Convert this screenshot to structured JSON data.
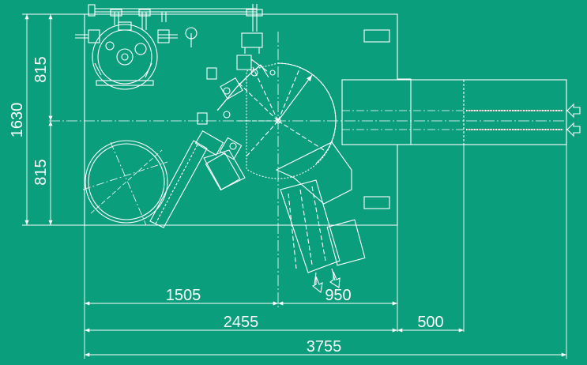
{
  "drawing": {
    "background_color": "#0a9e7c",
    "line_color": "#ffffff",
    "dimensions": {
      "total_height": "1630",
      "upper_half_height": "815",
      "lower_half_height": "815",
      "left_width": "1505",
      "right_width": "950",
      "body_width": "2455",
      "extension_width": "500",
      "total_width": "3755"
    }
  }
}
